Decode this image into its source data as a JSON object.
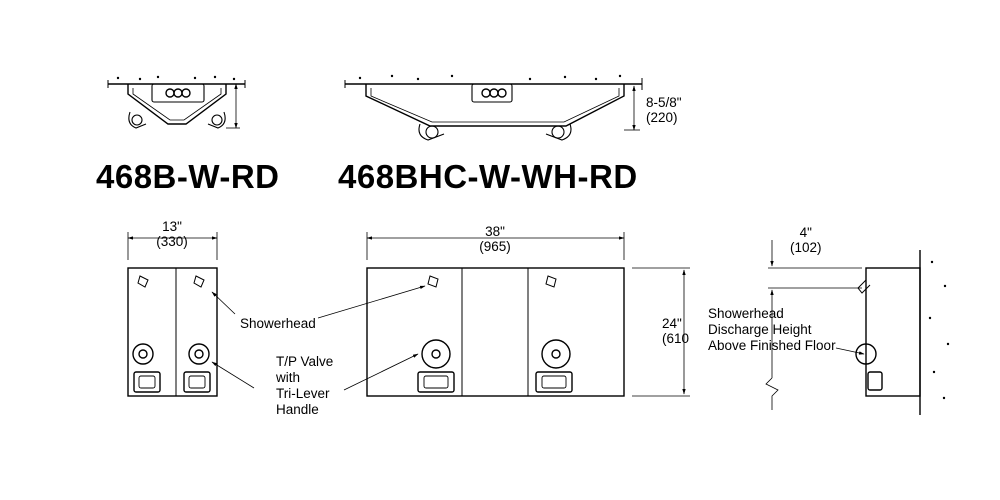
{
  "models": {
    "small": "468B-W-RD",
    "large": "468BHC-W-WH-RD"
  },
  "dimensions": {
    "depth_in": "8-5/8\"",
    "depth_mm": "(220)",
    "small_width_in": "13\"",
    "small_width_mm": "(330)",
    "large_width_in": "38\"",
    "large_width_mm": "(965)",
    "height_in": "24\"",
    "height_mm": "(610",
    "offset_in": "4\"",
    "offset_mm": "(102)"
  },
  "callouts": {
    "showerhead": "Showerhead",
    "tp_valve": [
      "T/P Valve",
      "with",
      "Tri-Lever",
      "Handle"
    ],
    "discharge": [
      "Showerhead",
      "Discharge Height",
      "Above Finished Floor"
    ]
  }
}
